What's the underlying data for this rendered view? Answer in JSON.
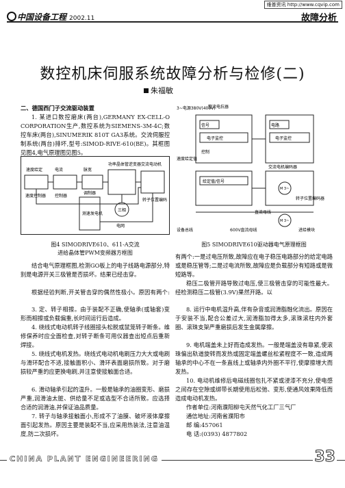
{
  "header": {
    "watermark": "维普资讯 http://www.cqvip.com",
    "magazine": "中国设备工程",
    "year_issue": "2002.11",
    "column": "故障分析"
  },
  "article": {
    "title": "数控机床伺服系统故障分析与检修(二)",
    "author": "朱福敏"
  },
  "left_col": {
    "section": "二、德国西门子交流驱动装置",
    "p1": "1. 某进口数控磨床(两台),GERMANY EX-CELL-O CORPORATION生产,数控系统为SIEMENS-3M-4C;数控车床(两台),SINUMERIK 810T GA3系统。交流伺服控制系统(两台)排坏,型号:SIMOD-RIVE-610(BE)。其框图见图4,电气原理图见图5。",
    "fig4_caption_1": "图4  SIMODRIVE610、611-A交流",
    "fig4_caption_2": "进给晶体管PWM变频器方框图",
    "p2": "结合电气原理框图,检测GO板上的电子线路电源部分,特别是电源开关三极管是否损坏。结果已经击穿。",
    "p3": "根据经验判断,开关管击穿的偶然性极小。原因有两个:一是过电压所致,故障应在电子稳压电路部分的给定电路是稳压管等;二是过电流所致,故障应是负载部分有短路或是微短路等。"
  },
  "right_col": {
    "fig5_caption": "图5  SIMODRIVE610驱动器电气原理框图",
    "p1": "有两个:一是过电压所致,故障应在电子稳压电路部分的给定电路或是稳压管等;二是过电流所致,故障应是负载部分有短路或是微短路等。",
    "p2": "稳压二极管开路导致过电压,使三极管击穿的可能性最大。经检测稳压二极管(3.9V)果然开路。以"
  },
  "lower_left": {
    "p3": "3. 定、转子相擦。由于装配不正确,使轴承(或轴套)变形而相擦或负载偏重,长时间运行后造成。",
    "p4": "4. 绕线式电动机转子线圈接头松脱或鼠笼转子断条。维修保养时应全面检查,对转子断条可用仪器查出短点后重新焊接。",
    "p5": "5. 绕线式电机发热。绕线式电动机电刷压力大大或电刷与滑环配合不适,接触面积小、滑环表面磨损所致。对于磨损较严重的应更换电刷,并注意使接触面合适。",
    "p6": "6. 滑动轴承引起的温升。一般是轴承的油圈变形、磨损严重,润滑油太脏、供给量不足或选型不合适所致。应选择合适的润滑油,并保证油品质量。",
    "p7": "7. 转子与轴承接触面小,形成不了油膜、破坏液体摩擦面引起发热。原因主要是装配不当,应采用热装法,注意油温度,防二次损坏。"
  },
  "lower_right": {
    "p8": "8. 运行中电机温升高,伴有杂音或润滑脂融化流出。原因在于安装不当,配合公差过大,润滑脂加得太多,滚珠滚柱内外套圈、滚珠支架严重磨损后发生金属摩擦。",
    "p9": "9. 电机端盖未上好而造成发热。一般是端盖没有靠紧,使滚珠偏出轨道旋转而发热或固定端盖螺丝松紧程度不一致,造成两轴承的中心不在一条直线上或轴承内外圈不平行,使摩擦增大而发热。",
    "p10": "10. 电动机维修后电磁线圈包扎不紧或浸漆不充分,使电感之间存在空隙或绑带长期使用后松弛、变形,使通风效果降低而造成电动机发热。",
    "addr_label_1": "作者单位:",
    "addr_1": "河南濮阳柳屯天然气化工厂三气厂",
    "addr_label_2": "通信地址:",
    "addr_2": "河南省濮阳市",
    "addr_label_3": "邮   编:",
    "addr_3": "457061",
    "addr_label_4": "电   话:",
    "addr_4": "(0393) 4877802"
  },
  "footer": {
    "journal_en": "CHINA PLANT ENGINEERING",
    "page": "33"
  },
  "fig4_labels": {
    "speed_cmd": "速度给定",
    "speed_ctrl": "速度控制器",
    "current": "电流",
    "current_ctrl": "控制器",
    "pulse": "脉宽",
    "modulator": "调制器",
    "inverter": "功率晶体管逆变器",
    "motor": "交流电动机",
    "speed_fb": "测速发电机",
    "enc": "转子位置编码",
    "supply": "电网",
    "tri": "三相"
  },
  "fig5_labels": {
    "power": "3~电源380V(400V)",
    "rectifier": "整流电抗器",
    "signal": "信号",
    "circuit": "电路",
    "spd_set": "速度给定值",
    "ctrl": "控制",
    "elec": "电子监控",
    "elec2": "电子监控",
    "given": "给定值/信号",
    "speed_enc": "交流电机编码器",
    "setting": "设备总线",
    "dc_link": "直流母线",
    "bus": "600V直流母线",
    "m1": "M 3~",
    "m2": "M 3~",
    "feed": "进给模块",
    "tach": "转子位置编码器"
  }
}
